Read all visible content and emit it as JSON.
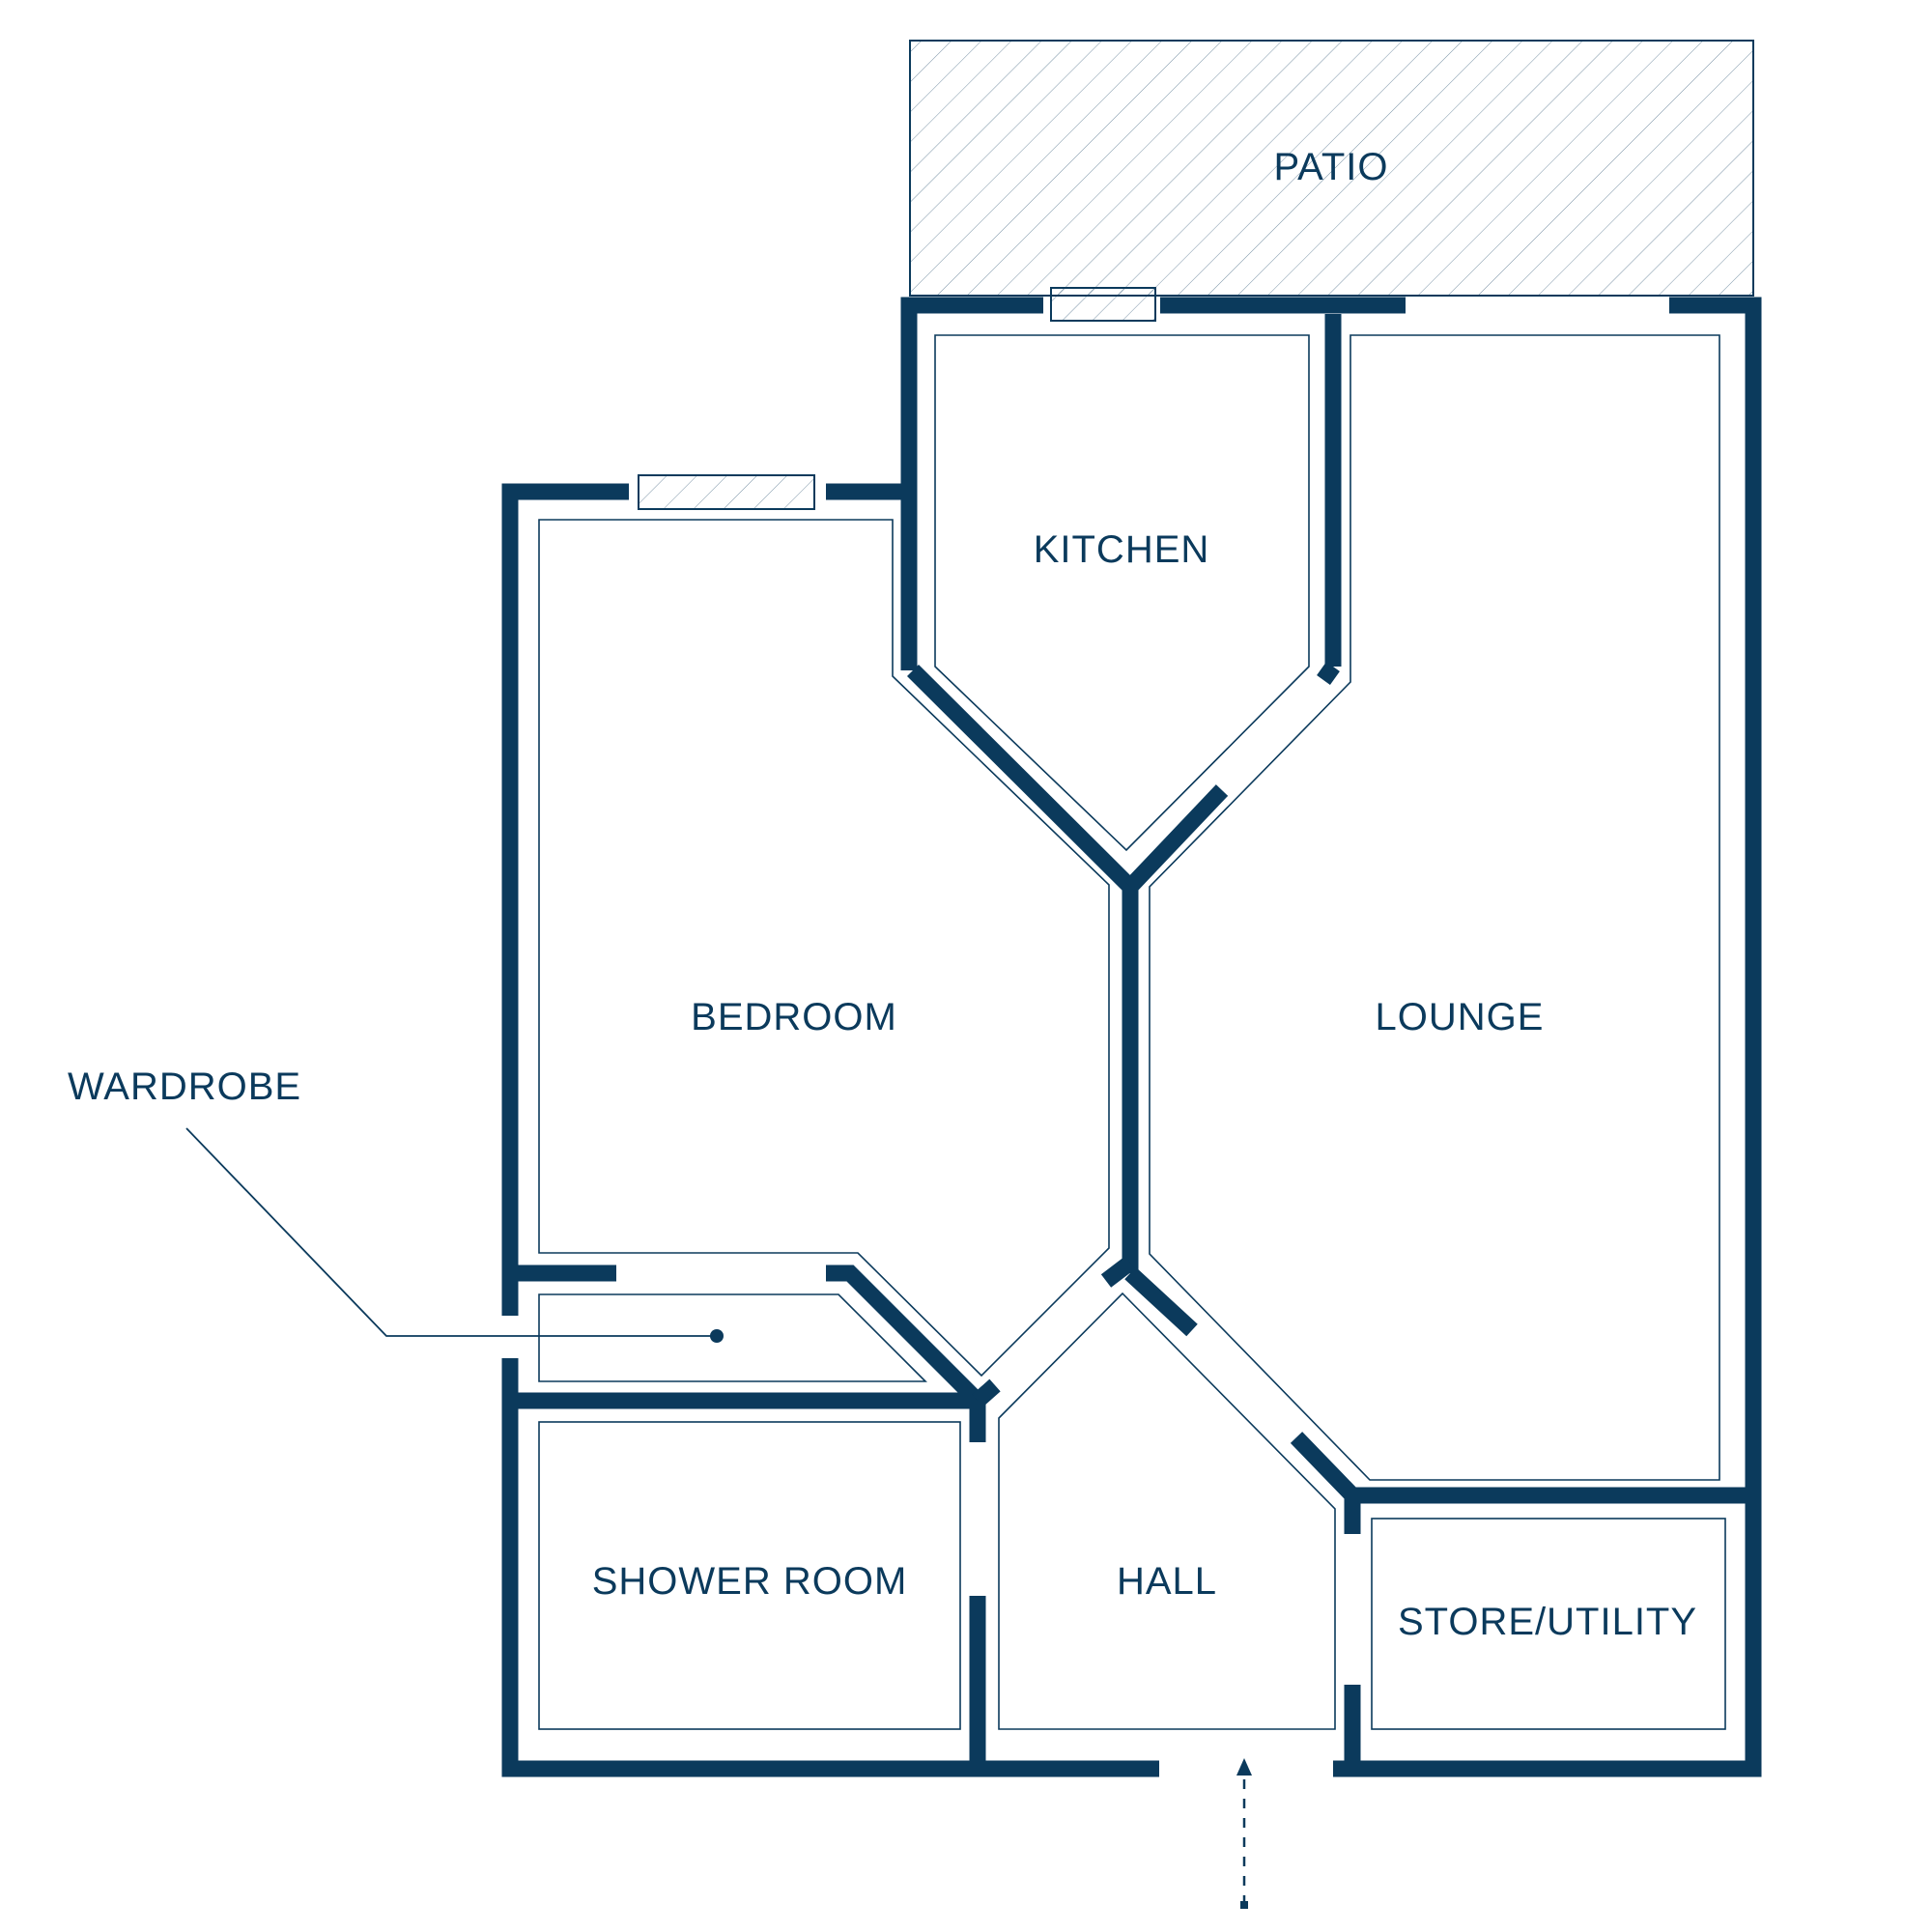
{
  "rooms": {
    "patio": "PATIO",
    "kitchen": "KITCHEN",
    "bedroom": "BEDROOM",
    "lounge": "LOUNGE",
    "wardrobe": "WARDROBE",
    "shower_room": "SHOWER ROOM",
    "hall": "HALL",
    "store_utility": "STORE/UTILITY"
  },
  "colors": {
    "wall": "#0b3a5c",
    "background": "#ffffff"
  },
  "icons": [
    "entrance-arrow-icon"
  ]
}
